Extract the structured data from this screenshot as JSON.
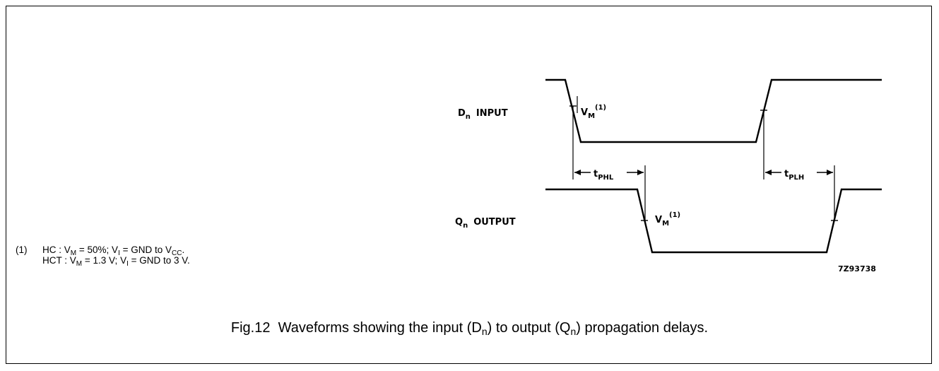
{
  "figure": {
    "input_label": "D",
    "input_label_sub": "n",
    "input_label_rest": "INPUT",
    "output_label": "Q",
    "output_label_sub": "n",
    "output_label_rest": "OUTPUT",
    "vm_label": "V",
    "vm_label_sub": "M",
    "vm_label_sup": "(1)",
    "tphl_label": "t",
    "tphl_label_sub": "PHL",
    "tplh_label": "t",
    "tplh_label_sub": "PLH",
    "figure_code": "7Z93738"
  },
  "note": {
    "number": "(1)",
    "line1": {
      "family": "HC",
      "sep": " : ",
      "vm": "V",
      "vm_sub": "M",
      "vm_value": " = 50%; ",
      "vi": "V",
      "vi_sub": "I",
      "vi_value": " = GND to V",
      "vcc_sub": "CC",
      "end": "."
    },
    "line2": {
      "family": "HCT",
      "sep": " : ",
      "vm": "V",
      "vm_sub": "M",
      "vm_value": " = 1.3 V; ",
      "vi": "V",
      "vi_sub": "I",
      "vi_value": " = GND to 3 V."
    }
  },
  "caption": {
    "prefix": "Fig.12  Waveforms showing the input (D",
    "sub1": "n",
    "middle": ") to output (Q",
    "sub2": "n",
    "suffix": ") propagation delays."
  }
}
